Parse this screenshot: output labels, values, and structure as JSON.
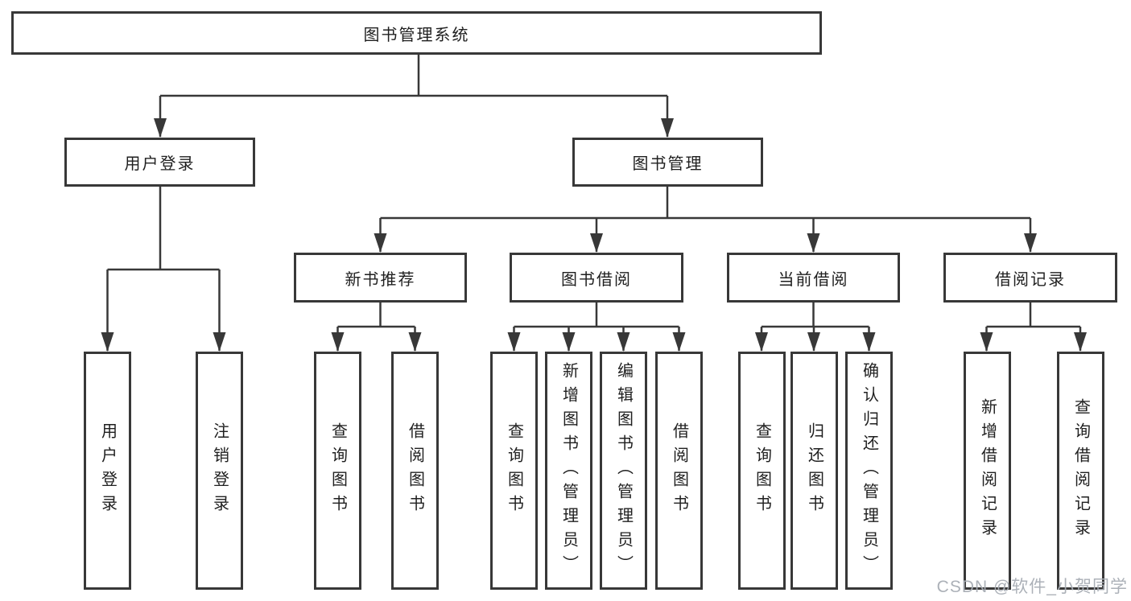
{
  "colors": {
    "line": "#383838",
    "box_border": "#383838",
    "text": "#1f1f1f",
    "background": "#ffffff",
    "watermark": "#a8adb4"
  },
  "watermark": {
    "text": "CSDN @软件_小贺同学"
  },
  "tree": {
    "root": {
      "label": "图书管理系统"
    },
    "branches": [
      {
        "label": "用户登录",
        "children": [
          {
            "label": "用户登录"
          },
          {
            "label": "注销登录"
          }
        ]
      },
      {
        "label": "图书管理",
        "children": [
          {
            "label": "新书推荐",
            "children": [
              {
                "label": "查询图书"
              },
              {
                "label": "借阅图书"
              }
            ]
          },
          {
            "label": "图书借阅",
            "children": [
              {
                "label": "查询图书"
              },
              {
                "label": "新增图书（管理员）"
              },
              {
                "label": "编辑图书（管理员）"
              },
              {
                "label": "借阅图书"
              }
            ]
          },
          {
            "label": "当前借阅",
            "children": [
              {
                "label": "查询图书"
              },
              {
                "label": "归还图书"
              },
              {
                "label": "确认归还（管理员）"
              }
            ]
          },
          {
            "label": "借阅记录",
            "children": [
              {
                "label": "新增借阅记录"
              },
              {
                "label": "查询借阅记录"
              }
            ]
          }
        ]
      }
    ]
  }
}
